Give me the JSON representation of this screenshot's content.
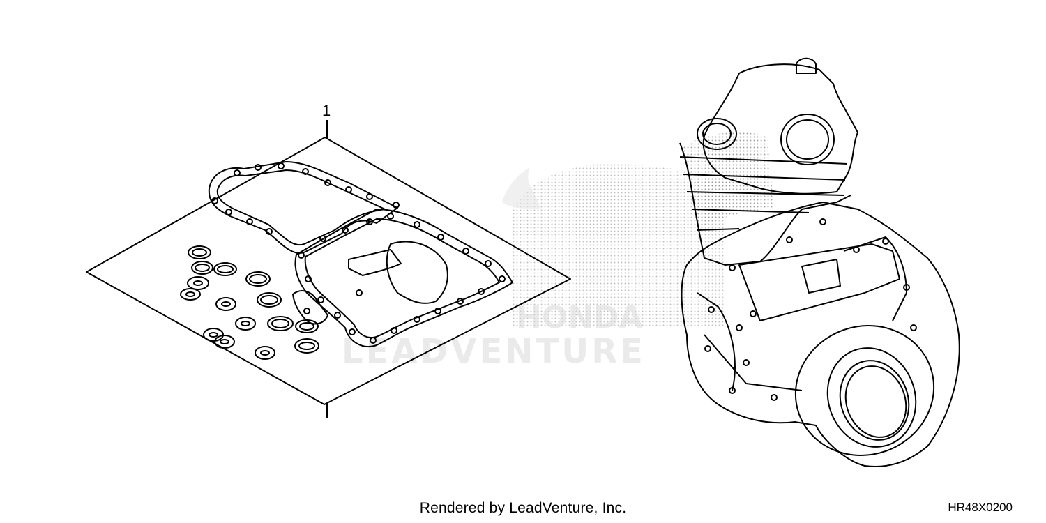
{
  "diagram": {
    "callouts": [
      {
        "label": "1"
      }
    ],
    "watermark": {
      "brand": "HONDA",
      "publisher": "LEADVENTURE"
    }
  },
  "footer": {
    "credit": "Rendered by LeadVenture, Inc.",
    "diagram_code": "HR48X0200"
  },
  "colors": {
    "line": "#000000",
    "watermark": "#d9d9d9",
    "stipple": "#9a9a9a"
  }
}
